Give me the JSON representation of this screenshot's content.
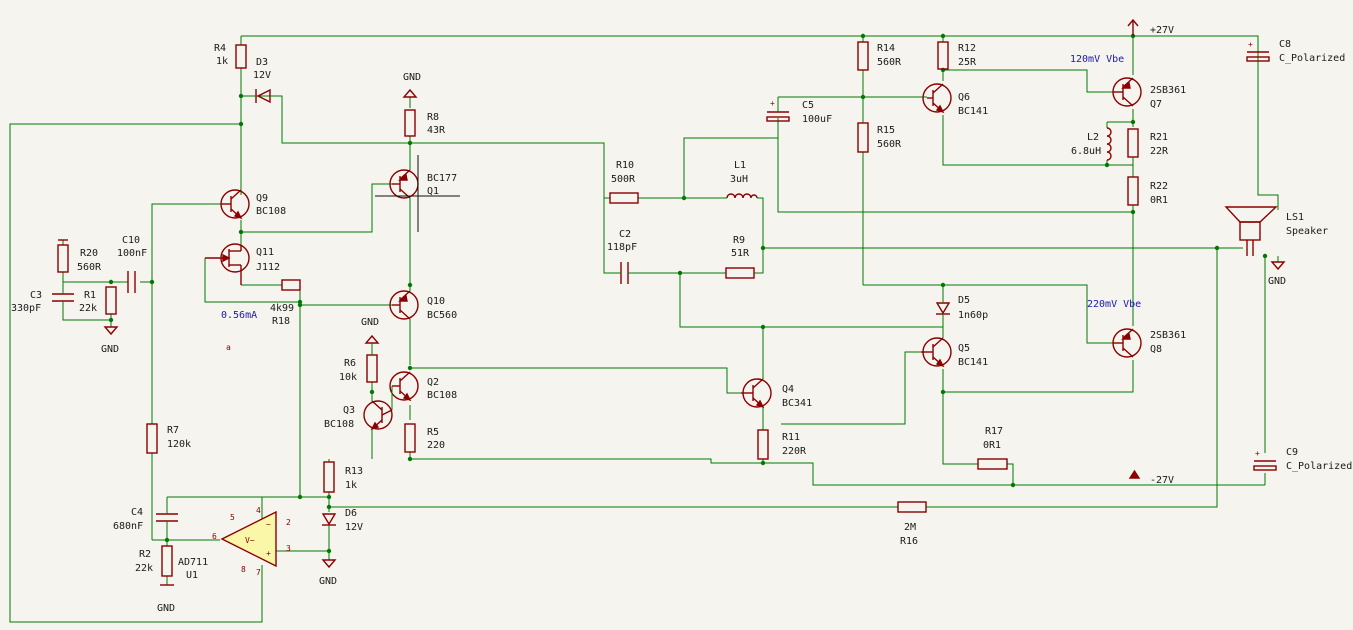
{
  "rails": {
    "pos": "+27V",
    "neg": "-27V"
  },
  "gnd": "GND",
  "notes": {
    "vbe_top": "120mV Vbe",
    "vbe_bottom": "220mV Vbe",
    "bias_current": "0.56mA"
  },
  "opamp": {
    "ref": "U1",
    "value": "AD711",
    "pins": [
      "2",
      "3",
      "4",
      "5",
      "6",
      "7",
      "8"
    ]
  },
  "parts": {
    "R1": {
      "ref": "R1",
      "value": "22k"
    },
    "R2": {
      "ref": "R2",
      "value": "22k"
    },
    "R4": {
      "ref": "R4",
      "value": "1k"
    },
    "R5": {
      "ref": "R5",
      "value": "220"
    },
    "R6": {
      "ref": "R6",
      "value": "10k"
    },
    "R7": {
      "ref": "R7",
      "value": "120k"
    },
    "R8": {
      "ref": "R8",
      "value": "43R"
    },
    "R9": {
      "ref": "R9",
      "value": "51R"
    },
    "R10": {
      "ref": "R10",
      "value": "500R"
    },
    "R11": {
      "ref": "R11",
      "value": "220R"
    },
    "R12": {
      "ref": "R12",
      "value": "25R"
    },
    "R13": {
      "ref": "R13",
      "value": "1k"
    },
    "R14": {
      "ref": "R14",
      "value": "560R"
    },
    "R15": {
      "ref": "R15",
      "value": "560R"
    },
    "R16": {
      "ref": "R16",
      "value": "2M"
    },
    "R17": {
      "ref": "R17",
      "value": "0R1"
    },
    "R18": {
      "ref": "R18",
      "value": "4k99"
    },
    "R20": {
      "ref": "R20",
      "value": "560R"
    },
    "R21": {
      "ref": "R21",
      "value": "22R"
    },
    "R22": {
      "ref": "R22",
      "value": "0R1"
    },
    "C2": {
      "ref": "C2",
      "value": "118pF"
    },
    "C3": {
      "ref": "C3",
      "value": "330pF"
    },
    "C4": {
      "ref": "C4",
      "value": "680nF"
    },
    "C5": {
      "ref": "C5",
      "value": "100uF"
    },
    "C8": {
      "ref": "C8",
      "value": "C_Polarized"
    },
    "C9": {
      "ref": "C9",
      "value": "C_Polarized"
    },
    "C10": {
      "ref": "C10",
      "value": "100nF"
    },
    "L1": {
      "ref": "L1",
      "value": "3uH"
    },
    "L2": {
      "ref": "L2",
      "value": "6.8uH"
    },
    "D3": {
      "ref": "D3",
      "value": "12V"
    },
    "D5": {
      "ref": "D5",
      "value": "1n60p"
    },
    "D6": {
      "ref": "D6",
      "value": "12V"
    },
    "Q1": {
      "ref": "Q1",
      "value": "BC177"
    },
    "Q2": {
      "ref": "Q2",
      "value": "BC108"
    },
    "Q3": {
      "ref": "Q3",
      "value": "BC108"
    },
    "Q4": {
      "ref": "Q4",
      "value": "BC341"
    },
    "Q5": {
      "ref": "Q5",
      "value": "BC141"
    },
    "Q6": {
      "ref": "Q6",
      "value": "BC141"
    },
    "Q7": {
      "ref": "Q7",
      "value": "2SB361"
    },
    "Q8": {
      "ref": "Q8",
      "value": "2SB361"
    },
    "Q9": {
      "ref": "Q9",
      "value": "BC108"
    },
    "Q10": {
      "ref": "Q10",
      "value": "BC560"
    },
    "Q11": {
      "ref": "Q11",
      "value": "J112"
    },
    "LS1": {
      "ref": "LS1",
      "value": "Speaker"
    }
  }
}
